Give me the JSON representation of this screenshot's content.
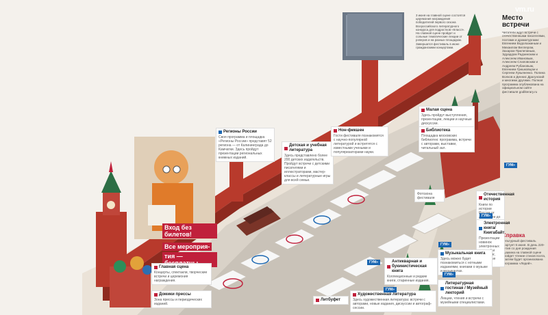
{
  "watermark": "vm.ru",
  "intro": "3 июня на главной сцене состоятся церемония награждения победителей первого сезона Всероссийского литературного конкурса для подростков «Класс!». На главной сцене пройдет и сольные тематические лекции от рэперов и на разных площадках. Завершатся фестиваль в июне гражданскими концертами.",
  "meeting": {
    "title": "Место встречи",
    "text": "Читатели ждут встречи с отечественными писателями, поэтами и драматургами: Евгением Водолазкиным и Михаилом Веллером, Захаром Прилепиным, Эдуардом Радзинским и Алексеем Ивановым, Алексеем Слаповским и Андреем Рубановым, Евгением Гришковцом и Сергеем Лукьяненко. Полина Волков и Деннис Драгунский и многими другими. Полная программа опубликована на официальном сайте фестиваля godliterary.ru"
  },
  "reference": {
    "title": "Справка",
    "text": "Культурный фестиваль стартует 6 июня. В день 220-летия со дня рождения Пушкина на главной сцене пройдет чтение стихов поэта, а затем будет организована программа «Ледей»."
  },
  "banner": {
    "line1": "Вход без билетов!",
    "line2": "Все мероприя-",
    "line3": "тия — бесплатны"
  },
  "gum_labels": [
    "ГУМ»",
    "ГУМ»",
    "ГУМ»",
    "ГУМ»",
    "ГУМ»",
    "ГУМ»"
  ],
  "venues": {
    "regions": {
      "title": "Регионы России",
      "text": "Своя программа и площадка «Регионы России» представят 52 региона — от Калининграда до Камчатки. Здесь пройдут презентации региональных книжных изданий."
    },
    "children": {
      "title": "Детская и учебная литература",
      "text": "Здесь представлено более 200 детских издательств. Пройдут встречи с детскими писателями и иллюстраторами, мастер-классы и литературные игры для всей семьи."
    },
    "nonfiction": {
      "title": "Нон-фикшен",
      "text": "Гости фестиваля познакомятся с научно-популярной литературой и встретятся с известными учеными и популяризаторами науки."
    },
    "small_stage": {
      "title": "Малая сцена",
      "text": "Здесь пройдут выступления, презентации, лекции и научные дискуссии."
    },
    "library": {
      "title": "Библиотека",
      "text": "Площадка московских библиотек: программа, встречи с авторами, выставки, читальный зал."
    },
    "fotozona": {
      "title": "Фотозона фестиваля",
      "text": ""
    },
    "history": {
      "title": "Отечественная история",
      "text": "Книги по истории России от древности до наших дней, лекции историков и презентации."
    },
    "ebook": {
      "title": "Электронная книга/ Книгабайт",
      "text": "Презентации новинок электронных изданий и аудиокниг, цифровые проекты."
    },
    "music": {
      "title": "Музыкальная книга",
      "text": "Здесь можно будет познакомиться с нотными изданиями, книгами о музыке и музыкантах."
    },
    "main_stage": {
      "title": "Главная сцена",
      "text": "Концерты, спектакли, творческие встречи и церемония награждения."
    },
    "press": {
      "title": "Домики прессы",
      "text": "Зона прессы и периодических изданий."
    },
    "antique": {
      "title": "Антикварная и букинистическая книга",
      "text": "Коллекционные и редкие книги, старинные издания."
    },
    "art_lit": {
      "title": "Художественная литература",
      "text": "Здесь художественная литература: встречи с авторами, новые издания, дискуссии и автограф-сессии."
    },
    "litbuffet": {
      "title": "Литбуфет",
      "text": ""
    },
    "lit_rooms": {
      "title": "Литературная гостиная / Музейный лекторий",
      "text": "Лекции, чтения и встречи с музейными специалистами."
    }
  }
}
